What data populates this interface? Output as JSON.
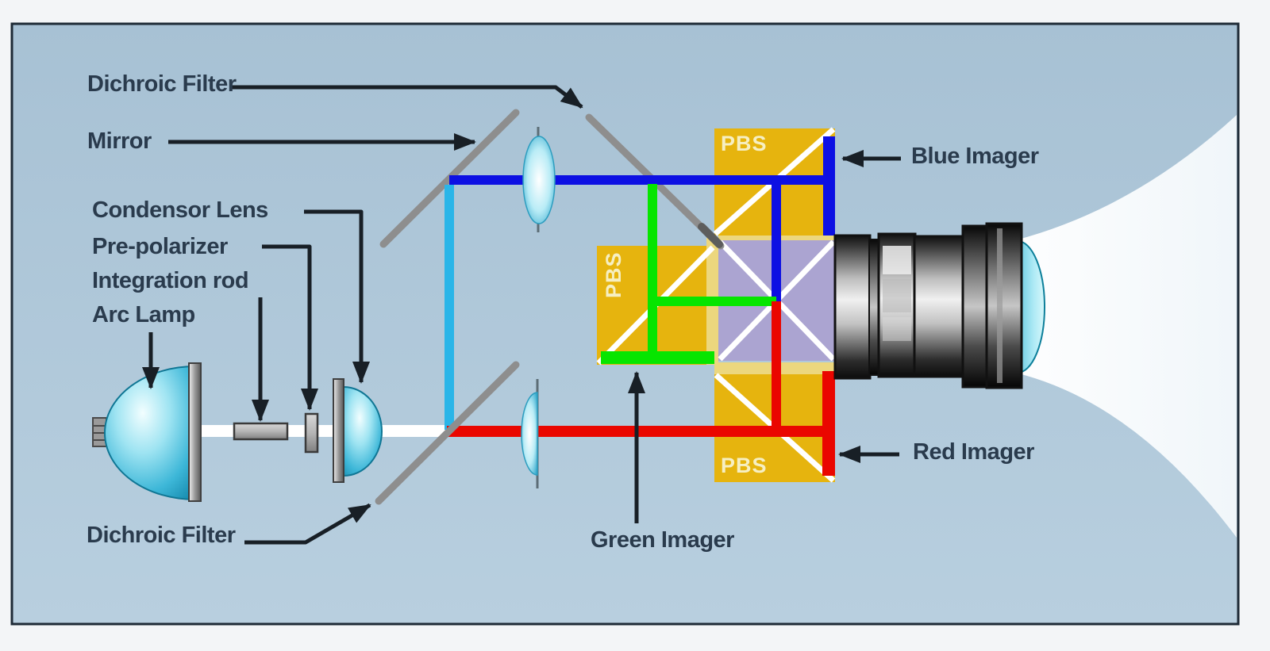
{
  "diagram": {
    "type": "optical-schematic",
    "subject": "3-panel LCoS projector light engine"
  },
  "labels": {
    "dichroic_filter_top": "Dichroic Filter",
    "mirror": "Mirror",
    "condensor_lens": "Condensor Lens",
    "pre_polarizer": "Pre-polarizer",
    "integration_rod": "Integration rod",
    "arc_lamp": "Arc Lamp",
    "dichroic_filter_bottom": "Dichroic Filter",
    "blue_imager": "Blue Imager",
    "red_imager": "Red Imager",
    "green_imager": "Green Imager",
    "pbs_top": "PBS",
    "pbs_left": "PBS",
    "pbs_bottom": "PBS"
  },
  "components": [
    "arc-lamp",
    "integration-rod",
    "pre-polarizer",
    "condensor-lens",
    "dichroic-filter-lower",
    "mirror",
    "dichroic-filter-upper",
    "relay-lens-blue",
    "relay-lens-red",
    "pbs-blue",
    "pbs-green",
    "pbs-red",
    "x-cube-combiner",
    "blue-imager-panel",
    "green-imager-panel",
    "red-imager-panel",
    "projection-lens",
    "projected-light-cone"
  ],
  "colors": {
    "canvas_background": "#a9c3d5",
    "outer_background": "#f3f5f7",
    "border": "#1e2a36",
    "beam_white": "#ffffff",
    "beam_cyan": "#2ab5e8",
    "beam_blue": "#0d10e3",
    "beam_green": "#06e googles500",
    "beam_green_fixed": "#06e500",
    "beam_red": "#ea0600",
    "pbs_gold": "#e6b40e",
    "pbs_pale": "#ecd77e",
    "x_cube_purple": "#aba4d1",
    "optic_gray": "#8e8e8e",
    "label_text": "#2a3b4d",
    "pbs_text": "#f6efc2"
  }
}
